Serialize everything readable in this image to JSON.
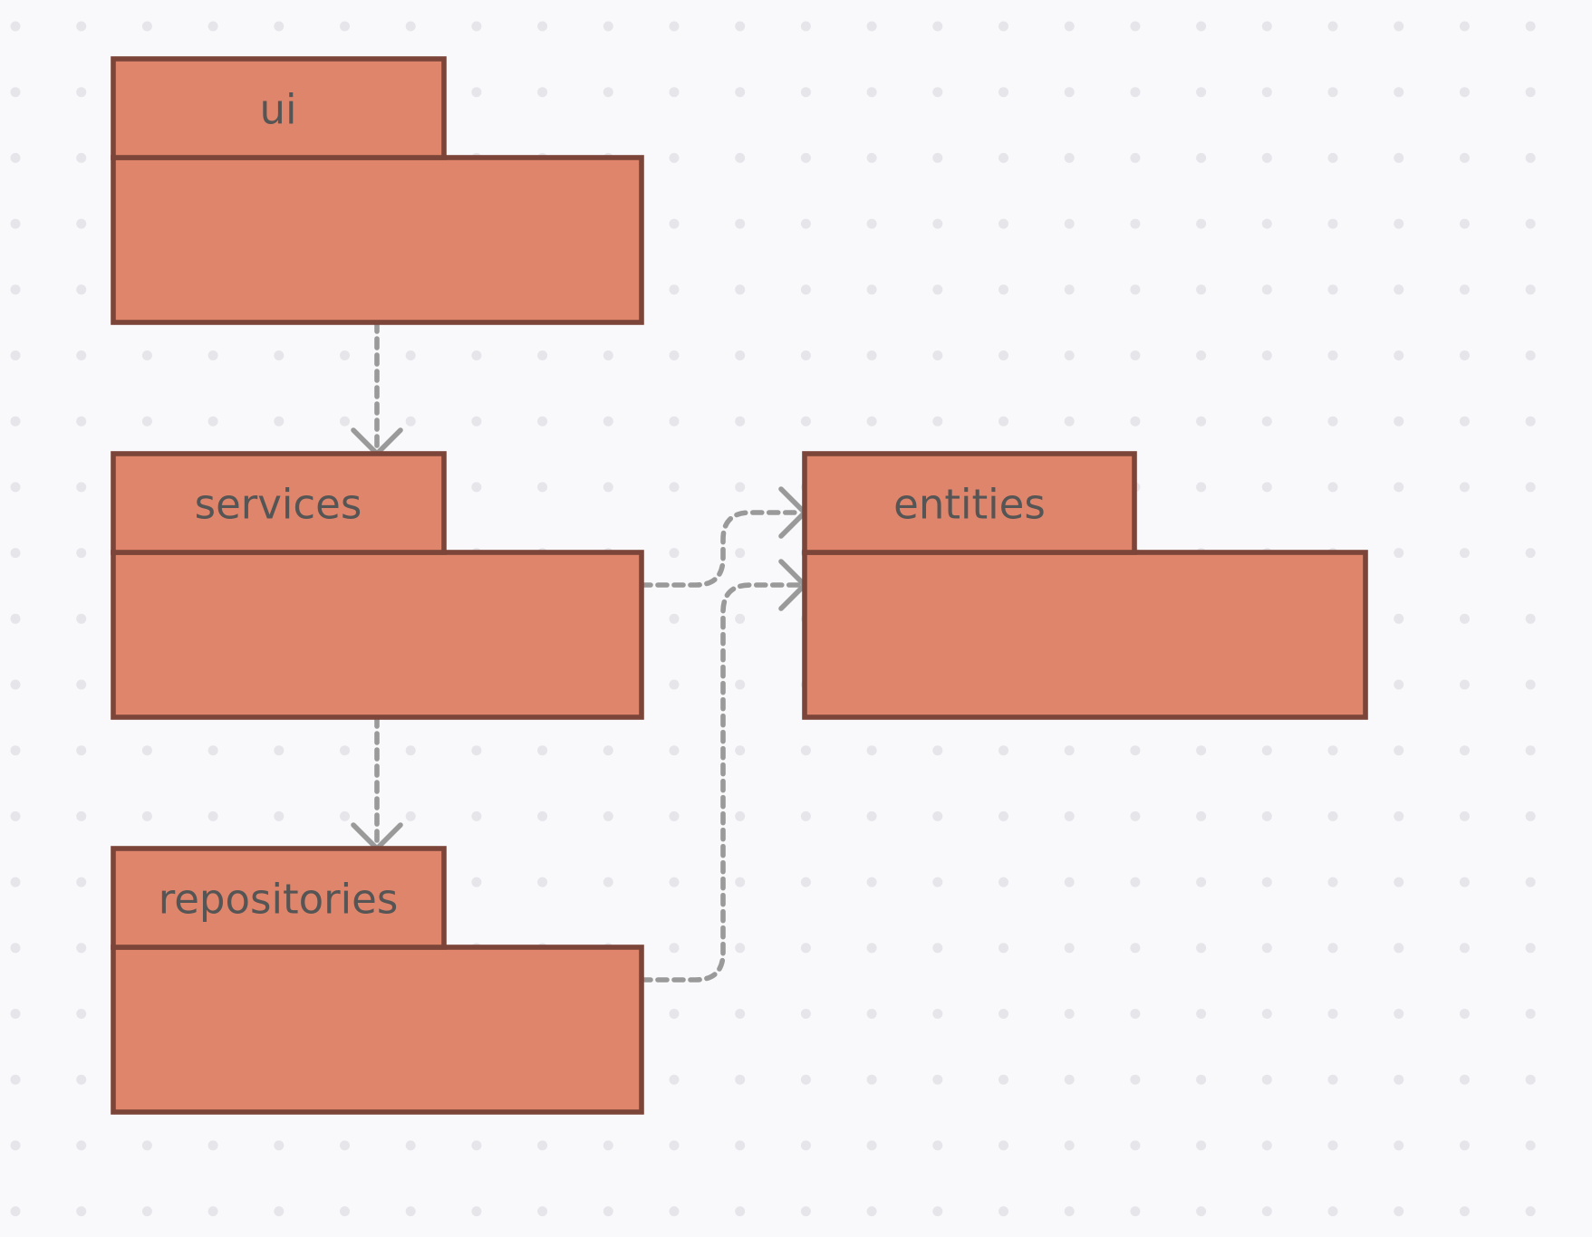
{
  "diagram": {
    "type": "uml-package-diagram",
    "packages": [
      {
        "id": "ui",
        "label": "ui"
      },
      {
        "id": "services",
        "label": "services"
      },
      {
        "id": "repositories",
        "label": "repositories"
      },
      {
        "id": "entities",
        "label": "entities"
      }
    ],
    "dependencies": [
      {
        "from": "ui",
        "to": "services",
        "style": "dashed-open-arrow"
      },
      {
        "from": "services",
        "to": "repositories",
        "style": "dashed-open-arrow"
      },
      {
        "from": "services",
        "to": "entities",
        "style": "dashed-open-arrow"
      },
      {
        "from": "repositories",
        "to": "entities",
        "style": "dashed-open-arrow"
      }
    ],
    "colors": {
      "package_fill": "#df856b",
      "package_stroke": "#7c4539",
      "arrow": "#9a9a9a",
      "label": "#555555",
      "background": "#f9f9fb",
      "grid_dot": "#e6e6ea"
    }
  }
}
